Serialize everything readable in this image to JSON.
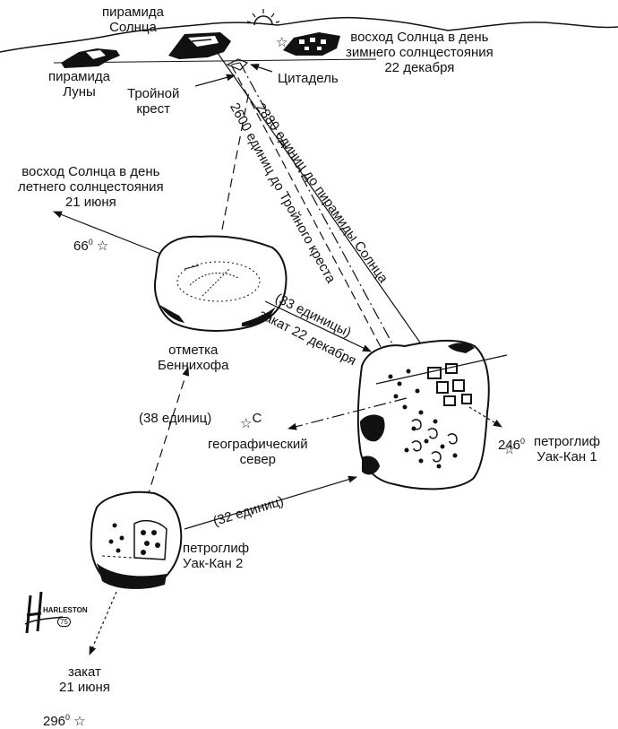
{
  "labels": {
    "sun_pyramid": [
      "пирамида",
      "Солнца"
    ],
    "moon_pyramid": [
      "пирамида",
      "Луны"
    ],
    "triple_cross": [
      "Тройной",
      "крест"
    ],
    "citadel": "Цитадель",
    "winter_sunrise": [
      "восход Солнца в день",
      "зимнего солнцестояния",
      "22 декабря"
    ],
    "summer_sunrise": [
      "восход Солнца в день",
      "летнего солнцестояния",
      "21 июня"
    ],
    "summer_sunrise_angle": "66",
    "dist_2880": "2880 единиц до пирамиды Солнца",
    "dist_2600": "2600 единиц до Тройного креста",
    "dist_33": "(33 единицы)",
    "sunset_dec": "закат 22 декабря",
    "bennyhoff": [
      "отметка",
      "Беннихофа"
    ],
    "dist_38": "(38 единиц)",
    "north_letter": "С",
    "geo_north": [
      "географический",
      "север"
    ],
    "uk1_angle": "246",
    "uk1": [
      "петроглиф",
      "Уак-Кан 1"
    ],
    "dist_32": "(32 единиц)",
    "uk2": [
      "петроглиф",
      "Уак-Кан 2"
    ],
    "signature": "HARLESTON",
    "signature_year": "75",
    "sunset_jun": [
      "закат",
      "21 июня"
    ],
    "sunset_jun_angle": "296",
    "degree_sign": "0"
  },
  "icons": [
    "star-icon",
    "sun-icon",
    "arrow-icon"
  ],
  "colors": {
    "ink": "#111111",
    "paper": "#ffffff"
  }
}
